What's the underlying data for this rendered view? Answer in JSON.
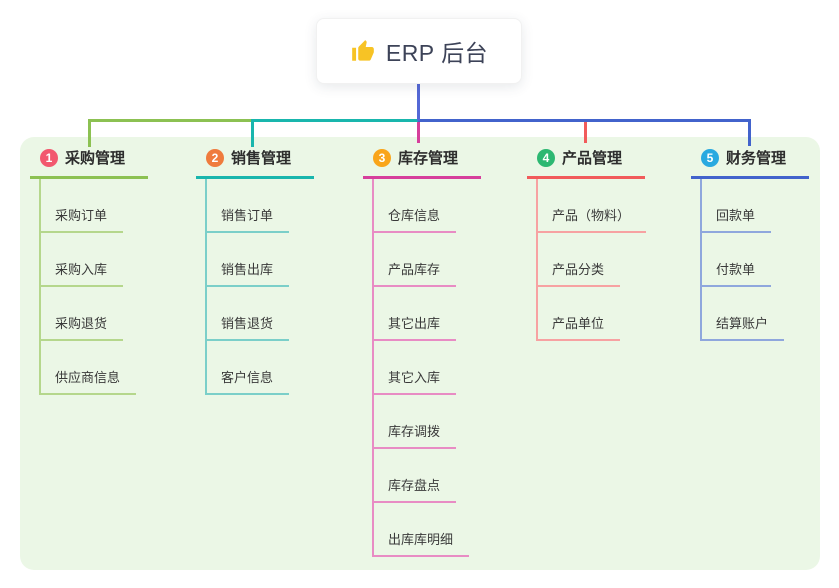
{
  "root": {
    "icon": "thumbs-up-icon",
    "title": "ERP 后台"
  },
  "connectors": {
    "stem_color": "#5468d6"
  },
  "branches": [
    {
      "badge": "1",
      "title": "采购管理",
      "color": "#8cc152",
      "light_color": "#b5d78c",
      "badge_color": "#f2586e",
      "children": [
        "采购订单",
        "采购入库",
        "采购退货",
        "供应商信息"
      ]
    },
    {
      "badge": "2",
      "title": "销售管理",
      "color": "#19b6ad",
      "light_color": "#7bcfc9",
      "badge_color": "#ef7b3d",
      "children": [
        "销售订单",
        "销售出库",
        "销售退货",
        "客户信息"
      ]
    },
    {
      "badge": "3",
      "title": "库存管理",
      "color": "#d63f9c",
      "light_color": "#e88cc4",
      "badge_color": "#f9a51a",
      "children": [
        "仓库信息",
        "产品库存",
        "其它出库",
        "其它入库",
        "库存调拨",
        "库存盘点",
        "出库库明细"
      ]
    },
    {
      "badge": "4",
      "title": "产品管理",
      "color": "#f15b5b",
      "light_color": "#f7a2a2",
      "badge_color": "#2db872",
      "children": [
        "产品（物料）",
        "产品分类",
        "产品单位"
      ]
    },
    {
      "badge": "5",
      "title": "财务管理",
      "color": "#4263cc",
      "light_color": "#8fa7dd",
      "badge_color": "#29a9e0",
      "children": [
        "回款单",
        "付款单",
        "结算账户"
      ]
    }
  ]
}
